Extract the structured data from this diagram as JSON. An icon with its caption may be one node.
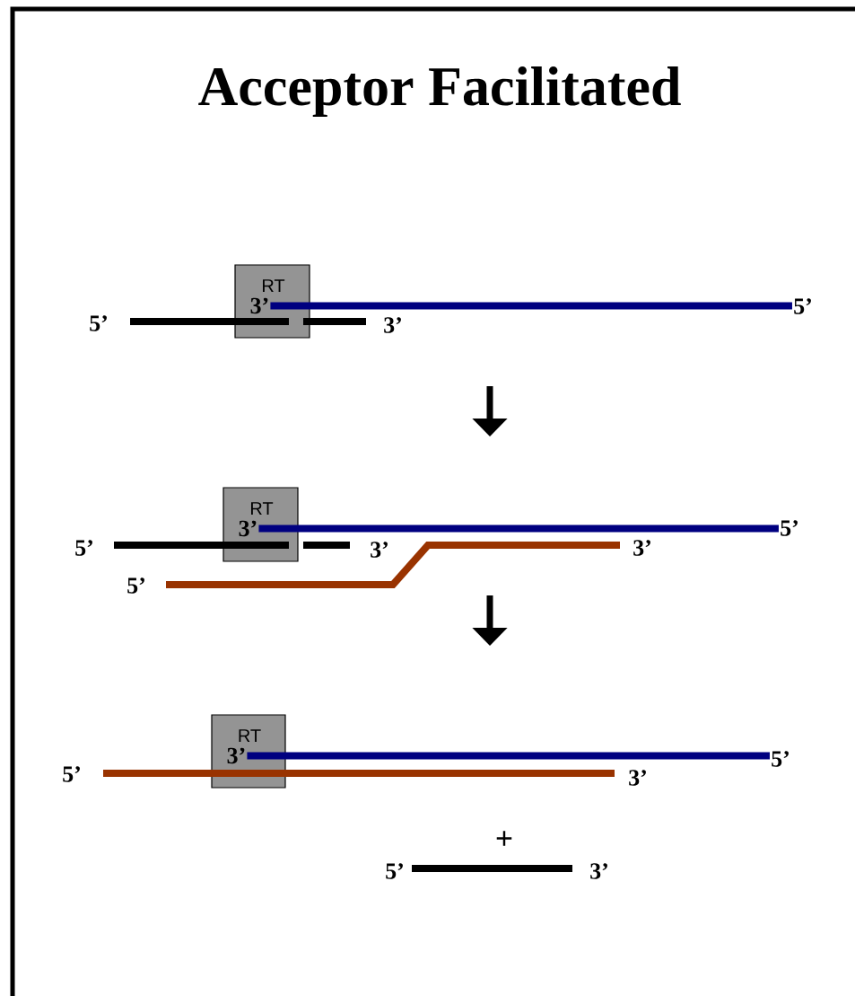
{
  "diagram": {
    "title": "Acceptor Facilitated",
    "nodes": [
      {
        "text": [
          "RT"
        ]
      },
      {
        "text": [
          "3’"
        ],
        "in": 0
      },
      {
        "text": [
          "5’"
        ]
      },
      {
        "text": [
          "RT"
        ]
      },
      {
        "text": [
          "3’"
        ],
        "in": 3
      },
      {
        "text": [
          "5’"
        ]
      },
      {
        "text": [
          "RT"
        ]
      },
      {
        "text": [
          "3’"
        ],
        "in": 6
      },
      {
        "text": [
          "5’"
        ]
      }
    ],
    "edges": [
      {
        "from": 1,
        "to": 2,
        "arrow": "none"
      },
      {
        "from": 4,
        "to": 5,
        "arrow": "none"
      },
      {
        "from": 7,
        "to": 8,
        "arrow": "none"
      }
    ],
    "labels": [
      "5’",
      "3’",
      "5’",
      "3’",
      "3’",
      "5’",
      "5’",
      "3’",
      "+",
      "5’",
      "3’"
    ]
  }
}
